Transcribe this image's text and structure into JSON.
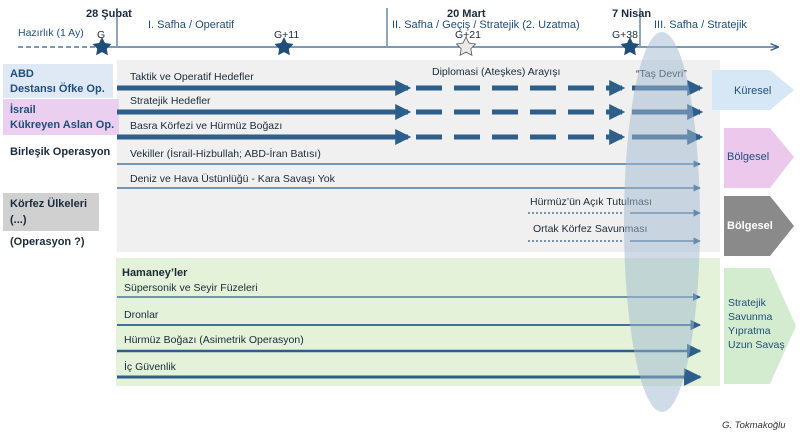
{
  "header": {
    "prep_label": "Hazırlık (1 Ay)",
    "phases": [
      "I. Safha / Operatif",
      "II. Safha / Geçiş / Stratejik (2. Uzatma)",
      "III. Safha / Stratejik"
    ],
    "dates": [
      "28 Şubat",
      "20 Mart",
      "7 Nisan"
    ],
    "milestones": [
      "G",
      "G+11",
      "G+21",
      "G+38"
    ],
    "diplomacy_label": "Diplomasi (Ateşkes) Arayışı",
    "handover_label": "“Taş Devri”"
  },
  "actors": {
    "abd": "ABD\nDestansı Öfke Op.",
    "israel": "İsrail\nKükreyen Aslan Op.",
    "joint": "Birleşik Operasyon",
    "gulf": "Körfez Ülkeleri\n(...)",
    "gulf_op": "(Operasyon ?)",
    "iran": "Hamaney’ler"
  },
  "lines": {
    "taktik": "Taktik ve Operatif Hedefler",
    "stratejik": "Stratejik Hedefler",
    "basra": "Basra Körfezi ve Hürmüz Boğazı",
    "vekiller": "Vekiller (İsrail-Hizbullah; ABD-İran Batısı)",
    "deniz": "Deniz ve Hava Üstünlüğü - Kara Savaşı Yok",
    "hurmuz_acik": "Hürmüz’ün Açık Tutulması",
    "ortak": "Ortak Körfez Savunması",
    "fuze": "Süpersonik ve Seyir Füzeleri",
    "dron": "Dronlar",
    "hurmuz_asim": "Hürmüz Boğazı (Asimetrik Operasyon)",
    "guvenlik": "İç Güvenlik"
  },
  "outcomes": {
    "kuresel": "Küresel",
    "bolgesel_1": "Bölgesel",
    "bolgesel_2": "Bölgesel",
    "iran_result": "Stratejik\nSavunma\nYıpratma\nUzun Savaş"
  },
  "author": "G. Tokmakoğlu",
  "colors": {
    "navy": "#1f4e79",
    "arrow": "#2e5e8a",
    "abd_box": "#dfe9f6",
    "israel_box": "#eacff0",
    "gray_panel": "#f0f0f0",
    "green_panel": "#e3f2d9",
    "gulf_box": "#d0d0d0",
    "kuresel_arrow": "#d6e7f5",
    "bolgesel_arrow": "#ecc9ec",
    "gray_arrow": "#8a8a8a",
    "green_arrow": "#d3ecd0",
    "oval": "#9fb7cf"
  }
}
